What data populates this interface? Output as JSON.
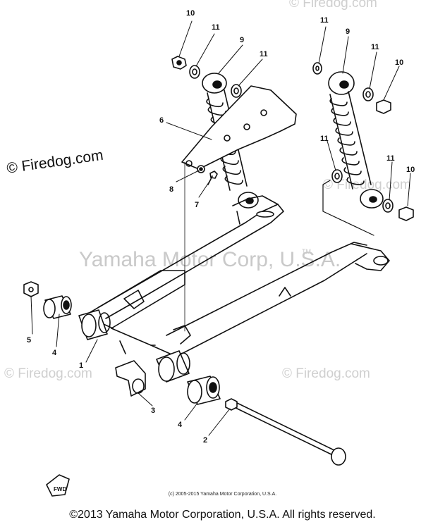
{
  "watermarks": {
    "firedog_top_left": "© Firedog.com",
    "firedog_mid_right": "© Firedog.com",
    "firedog_bottom_left": "© Firedog.com",
    "firedog_bottom_right": "© Firedog.com",
    "yamaha_main": "Yamaha Motor Corp, U.S.A.",
    "trademark": "TM",
    "firedog_strong": "© Firedog.com"
  },
  "callouts": {
    "c1": "1",
    "c2": "2",
    "c3": "3",
    "c4a": "4",
    "c4b": "4",
    "c5": "5",
    "c6": "6",
    "c7": "7",
    "c8": "8",
    "c9a": "9",
    "c9b": "9",
    "c10a": "10",
    "c10b": "10",
    "c10c": "10",
    "c11a": "11",
    "c11b": "11",
    "c11c": "11",
    "c11d": "11",
    "c11e": "11"
  },
  "small_copyright": "(c) 2005-2015 Yamaha Motor Corporation, U.S.A.",
  "footer": "©2013 Yamaha Motor Corporation, U.S.A. All rights reserved.",
  "colors": {
    "line": "#111111",
    "watermark": "#cfcfcf",
    "background": "#ffffff"
  }
}
